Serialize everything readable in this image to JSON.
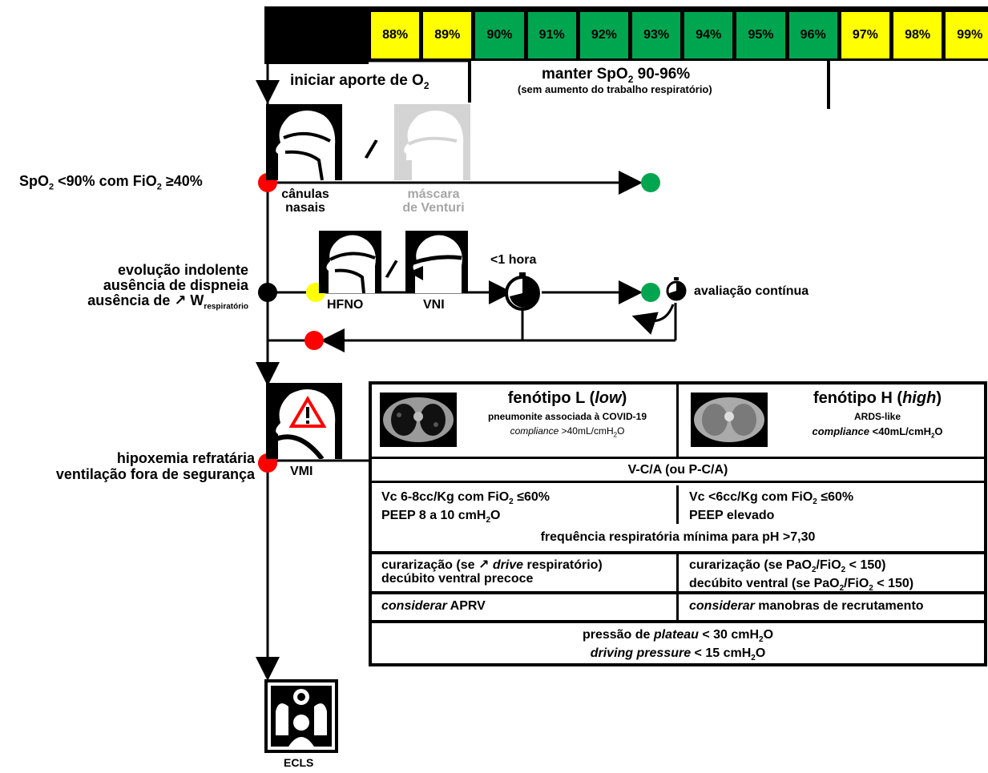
{
  "scale": {
    "cells": [
      {
        "label": "88%",
        "color": "#ffff00"
      },
      {
        "label": "89%",
        "color": "#ffff00"
      },
      {
        "label": "90%",
        "color": "#00a550"
      },
      {
        "label": "91%",
        "color": "#00a550"
      },
      {
        "label": "92%",
        "color": "#00a550"
      },
      {
        "label": "93%",
        "color": "#00a550"
      },
      {
        "label": "94%",
        "color": "#00a550"
      },
      {
        "label": "95%",
        "color": "#00a550"
      },
      {
        "label": "96%",
        "color": "#00a550"
      },
      {
        "label": "97%",
        "color": "#ffff00"
      },
      {
        "label": "98%",
        "color": "#ffff00"
      },
      {
        "label": "99%",
        "color": "#ffff00"
      }
    ],
    "start_o2": "iniciar aporte de O",
    "start_o2_sub": "2",
    "maintain_main": "manter SpO",
    "maintain_sub": "2",
    "maintain_range": " 90-96%",
    "maintain_note": "(sem aumento do trabalho respiratório)"
  },
  "rows": {
    "row1_left": "SpO",
    "row1_left_sub": "2",
    "row1_left_mid": " <90% com FiO",
    "row1_left_sub2": "2",
    "row1_left_end": " ≥40%",
    "cannula_label": "cânulas\nnasais",
    "slash": "/",
    "venturi_label": "máscara\nde Venturi",
    "row2_line1": "evolução indolente",
    "row2_line2": "ausência de dispneia",
    "row2_line3_a": "ausência de ↗ W",
    "row2_line3_sub": "respiratório",
    "hfno_label": "HFNO",
    "vni_label": "VNI",
    "time_label": "<1 hora",
    "continuous_label": "avaliação contínua",
    "row3_line1": "hipoxemia refratária",
    "row3_line2": "ventilação fora de segurança",
    "vmi_label": "VMI",
    "ecls_label": "ECLS"
  },
  "table": {
    "L_title_a": "fenótipo L (",
    "L_title_i": "low",
    "L_title_b": ")",
    "L_sub": "pneumonite associada à COVID-19",
    "L_comp_i": "compliance",
    "L_comp": " >40mL/cmH",
    "L_comp_sub": "2",
    "L_comp_end": "O",
    "H_title_a": "fenótipo H (",
    "H_title_i": "high",
    "H_title_b": ")",
    "H_sub": "ARDS-like",
    "H_comp_i": "compliance",
    "H_comp": " <40mL/cmH",
    "H_comp_sub": "2",
    "H_comp_end": "O",
    "mode": "V-C/A (ou P-C/A)",
    "L_vc_a": "Vc 6-8cc/Kg com FiO",
    "L_vc_sub": "2",
    "L_vc_b": " ≤60%",
    "L_peep_a": "PEEP 8 a 10 cmH",
    "L_peep_sub": "2",
    "L_peep_b": "O",
    "H_vc_a": "Vc <6cc/Kg com FiO",
    "H_vc_sub": "2",
    "H_vc_b": " ≤60%",
    "H_peep": "PEEP elevado",
    "freq": "frequência respiratória mínima para pH >7,30",
    "L_cur_a": "curarização (se ↗ ",
    "L_cur_i": "drive",
    "L_cur_b": " respiratório)",
    "L_prone": "decúbito ventral precoce",
    "H_cur_a": "curarização (se PaO",
    "H_cur_sub": "2",
    "H_cur_b": "/FiO",
    "H_cur_sub2": "2",
    "H_cur_c": " < 150)",
    "H_prone_a": "decúbito ventral (se PaO",
    "H_prone_sub": "2",
    "H_prone_b": "/FiO",
    "H_prone_sub2": "2",
    "H_prone_c": " < 150)",
    "L_consider_i": "considerar",
    "L_consider": " APRV",
    "H_consider_i": "considerar",
    "H_consider": " manobras de recrutamento",
    "plateau_a": "pressão de ",
    "plateau_i": "plateau",
    "plateau_b": " < 30 cmH",
    "plateau_sub": "2",
    "plateau_c": "O",
    "driving_i": "driving pressure",
    "driving_b": " < 15 cmH",
    "driving_sub": "2",
    "driving_c": "O"
  }
}
